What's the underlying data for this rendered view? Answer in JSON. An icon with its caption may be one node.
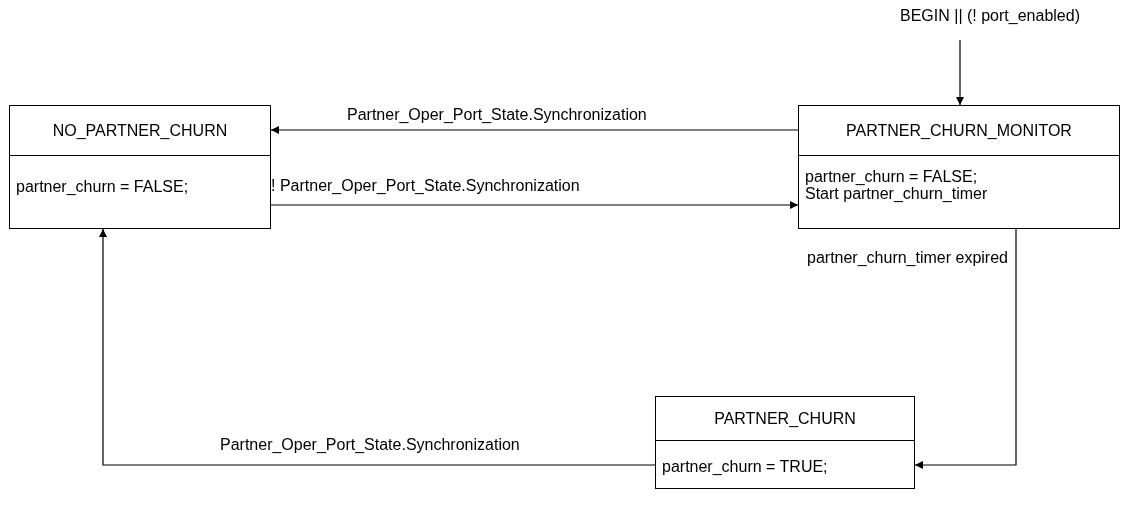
{
  "diagram": {
    "nodes": [
      {
        "text": [
          "NO_PARTNER_CHURN",
          "partner_churn = FALSE;"
        ]
      },
      {
        "text": [
          "PARTNER_CHURN_MONITOR",
          "partner_churn = FALSE; Start partner_churn_timer"
        ]
      },
      {
        "text": [
          "PARTNER_CHURN",
          "partner_churn = TRUE;"
        ]
      }
    ],
    "edges": [
      {
        "from": null,
        "to": 1,
        "arrow": "to",
        "label": "BEGIN || (! port_enabled)"
      },
      {
        "from": 1,
        "to": 0,
        "arrow": "to",
        "label": "Partner_Oper_Port_State.Synchronization"
      },
      {
        "from": 0,
        "to": 1,
        "arrow": "to",
        "label": "! Partner_Oper_Port_State.Synchronization"
      },
      {
        "from": 1,
        "to": 2,
        "arrow": "to",
        "label": "partner_churn_timer expired"
      },
      {
        "from": 2,
        "to": 0,
        "arrow": "to",
        "label": "Partner_Oper_Port_State.Synchronization"
      }
    ]
  }
}
